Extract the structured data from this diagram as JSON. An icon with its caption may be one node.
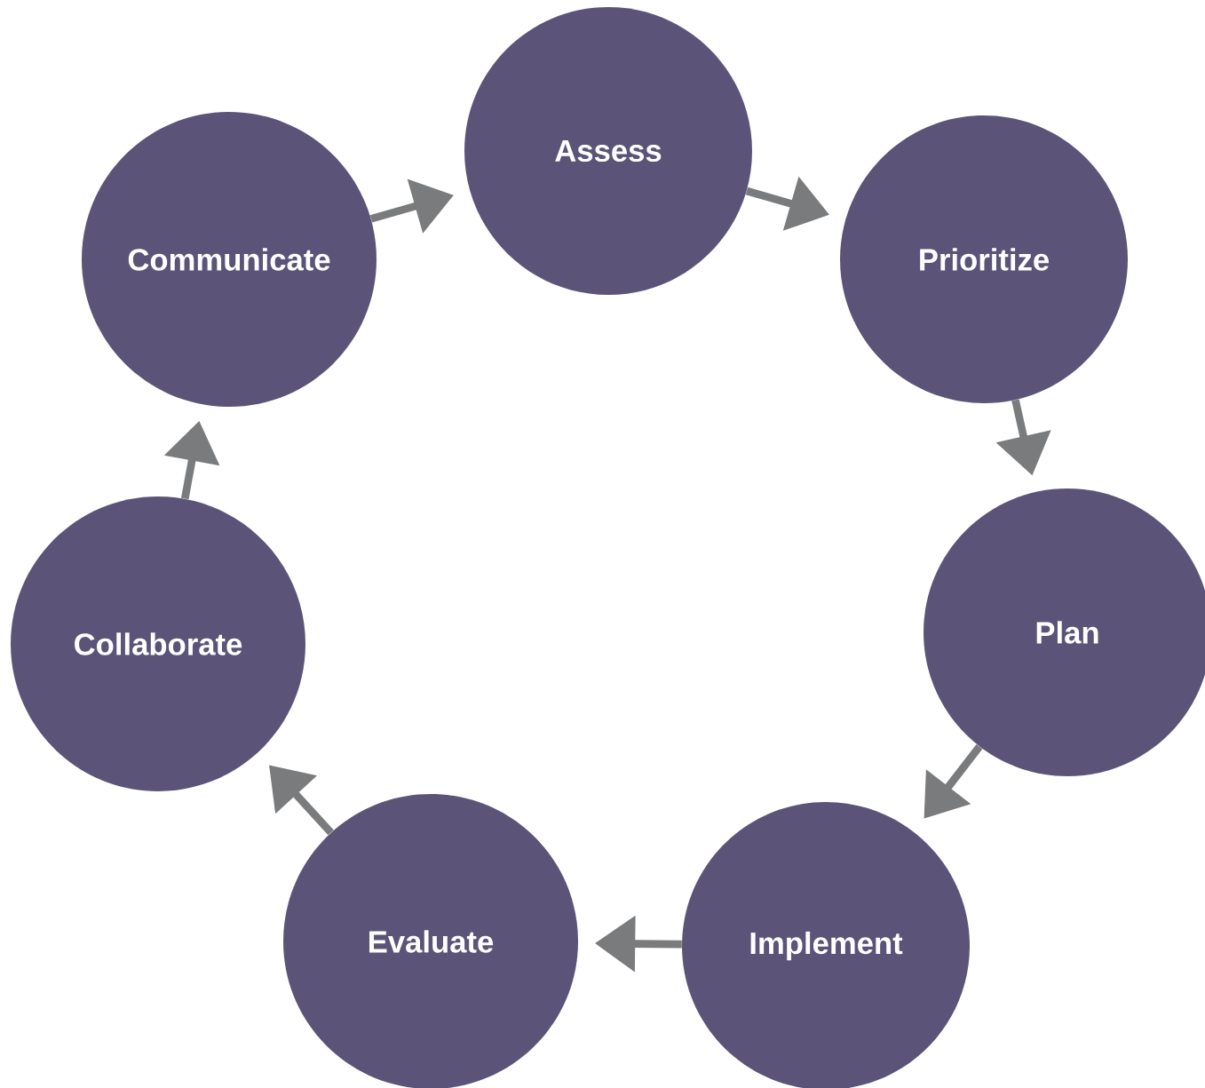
{
  "diagram": {
    "nodes": [
      {
        "text": [
          "Assess"
        ]
      },
      {
        "text": [
          "Prioritize"
        ]
      },
      {
        "text": [
          "Plan"
        ]
      },
      {
        "text": [
          "Implement"
        ]
      },
      {
        "text": [
          "Evaluate"
        ]
      },
      {
        "text": [
          "Collaborate"
        ]
      },
      {
        "text": [
          "Communicate"
        ]
      }
    ],
    "edges": [
      {
        "from": 0,
        "to": 1,
        "arrow": "to"
      },
      {
        "from": 1,
        "to": 2,
        "arrow": "to"
      },
      {
        "from": 2,
        "to": 3,
        "arrow": "to"
      },
      {
        "from": 3,
        "to": 4,
        "arrow": "to"
      },
      {
        "from": 4,
        "to": 5,
        "arrow": "to"
      },
      {
        "from": 5,
        "to": 6,
        "arrow": "to"
      },
      {
        "from": 6,
        "to": 0,
        "arrow": "to"
      }
    ]
  }
}
